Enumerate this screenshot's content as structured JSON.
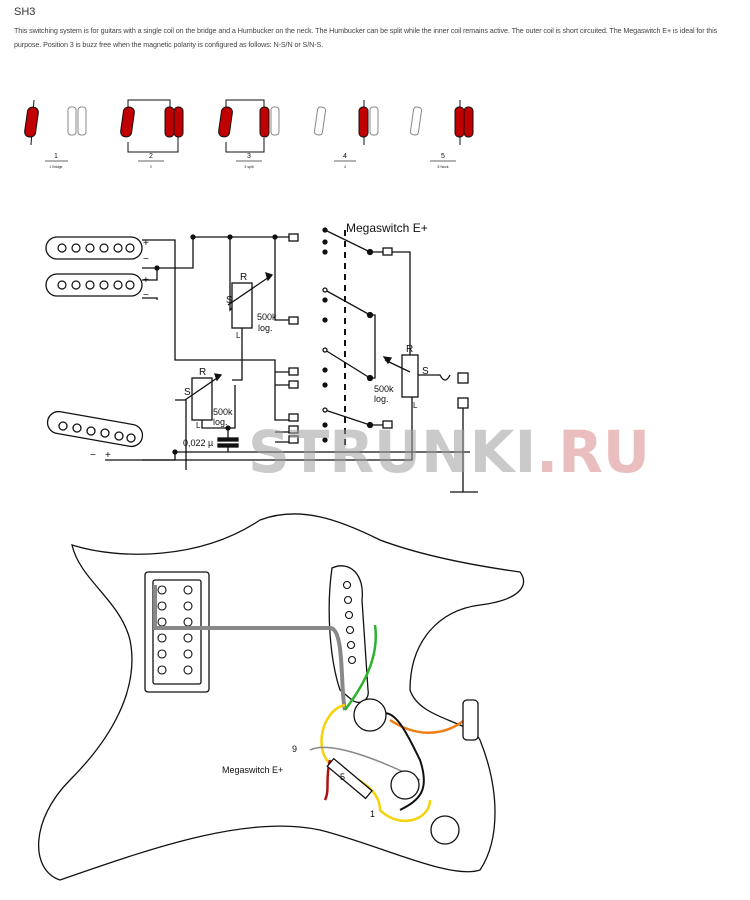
{
  "title": "SH3",
  "description": "This switching system is for guitars with a single coil on the bridge and a Humbucker on the neck. The Humbucker can be split while the inner coil remains active. The outer coil is short circuited. The Megaswitch E+ is ideal for this purpose. Position 3 is buzz free when the magnetic polarity is configured as follows: N-S/N or S/N-S.",
  "positions": [
    {
      "label": "1",
      "sub": "1 Bridge"
    },
    {
      "label": "2",
      "sub": "2"
    },
    {
      "label": "3",
      "sub": "3 split"
    },
    {
      "label": "4",
      "sub": "4"
    },
    {
      "label": "5",
      "sub": "5 Neck"
    }
  ],
  "schematic": {
    "switch_label": "Megaswitch E+",
    "volume": {
      "r": "R",
      "s": "S",
      "l": "L",
      "value": "500k",
      "taper": "log."
    },
    "tone": {
      "r": "R",
      "s": "S",
      "l": "L",
      "value": "500k",
      "taper": "log."
    },
    "tone2": {
      "r": "R",
      "s": "S",
      "l": "L",
      "value": "500k",
      "taper": "log."
    },
    "capacitor": "0,022 µ",
    "plus": "+",
    "minus": "−"
  },
  "watermark": {
    "left": "STRUNKI",
    "right": ".RU"
  },
  "body_diagram": {
    "switch_label": "Megaswitch E+",
    "lug_9": "9",
    "lug_5": "5",
    "lug_1": "1"
  },
  "colors": {
    "coil_red": "#c00000",
    "wire_green": "#2bb52b",
    "wire_yellow": "#f5d20a",
    "wire_orange": "#f07d10",
    "wire_gray": "#888888",
    "wire_red": "#b01010"
  }
}
